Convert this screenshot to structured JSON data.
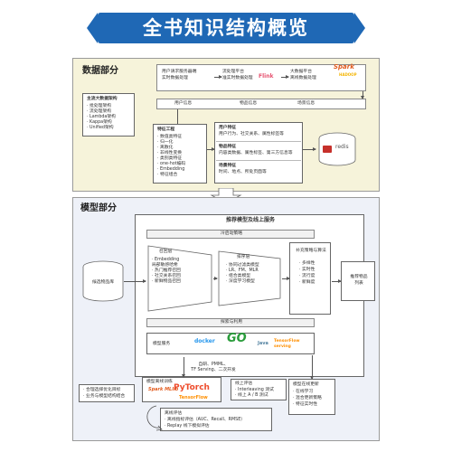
{
  "title": "全书知识结构概览",
  "data_section": {
    "title": "数据部分",
    "streams": {
      "user_log": "用户请求服务器端\n实时数据处理",
      "flow_platform": "流处理平台\n准实时数据处理",
      "big_data_platform": "大数据平台\n离线数据处理",
      "flink_logo": "Flink",
      "spark_logo": "Spark"
    },
    "info": [
      "用户信息",
      "物品信息",
      "场景信息"
    ],
    "mainstream_arch": {
      "title": "主流大数据架构",
      "items": [
        "· 批处理架构",
        "· 流处理架构",
        "· Lambda架构",
        "· Kappa架构",
        "· Unified架构"
      ]
    },
    "feature_eng": {
      "title": "特征工程",
      "items": [
        "· 数值类特征",
        "  · 归一化",
        "  · 离散化",
        "  · 非线性变换",
        "· 类别类特征",
        "  · one-hot编码",
        "  · Embedding",
        "· 特征组合"
      ]
    },
    "features": [
      {
        "title": "用户特征",
        "desc": "用户行为、社交关系、属性标签等"
      },
      {
        "title": "物品特征",
        "desc": "内容类数据、属性标签、第三方信息等"
      },
      {
        "title": "场景特征",
        "desc": "时间、地点、所处页面等"
      }
    ],
    "redis_label": "redis"
  },
  "model_section": {
    "title": "模型部分",
    "main_title": "推荐模型及线上服务",
    "cold_start": "冷启动策略",
    "recall": {
      "title": "召回层",
      "items": [
        "· Embedding",
        "  局部敏感哈希",
        "· 热门推荐召回",
        "· 社交关系召回",
        "· 新鲜物品召回"
      ]
    },
    "rank": {
      "title": "排序层",
      "items": [
        "· 协同过滤类模型",
        "· LR、FM、MLR",
        "· 组合类模型",
        "· 深度学习模型"
      ]
    },
    "supplement": {
      "title": "补充策略与算法",
      "items": [
        "· 多样性",
        "· 实时性",
        "· 流行度",
        "· 新鲜度"
      ]
    },
    "explore": "探索与利用",
    "item_lib": "候选物品库",
    "result": "推荐物品\n列表",
    "serving": {
      "title": "模型服务",
      "logos": [
        "docker",
        "GO",
        "Java",
        "TensorFlow serving"
      ]
    },
    "serving_note": [
      "自研、PMML、",
      "TF Serving、二次开发"
    ],
    "offline_train": {
      "title": "模型离线训练",
      "logos": [
        "Spark MLlib",
        "PyTorch",
        "TensorFlow"
      ]
    },
    "offline_eval": {
      "title": "离线评估",
      "items": [
        "· 离线指标评估（AUC、Recall、RMSE）",
        "· Replay 线下模拟评估"
      ]
    },
    "online_eval": {
      "title": "线上评估",
      "items": [
        "· Interleaving 测试",
        "· 线上 A / B 测试"
      ]
    },
    "online_update": {
      "title": "模型在线更新",
      "items": [
        "· 在线学习",
        "· 混合更新策略",
        "· 特征实时性"
      ]
    },
    "combo_note": [
      "· 合理选择优化目标",
      "· 业务与模型结构结合"
    ]
  },
  "colors": {
    "banner": "#1f68b5",
    "data_bg": "#f6f3da",
    "model_bg": "#eef1f8",
    "spark": "#e25a1c",
    "flink": "#e6526f",
    "pytorch": "#ee4c2c",
    "tensorflow": "#ff8f00",
    "docker": "#2496ed",
    "go": "#2a9c3b",
    "redis": "#c6302b"
  }
}
